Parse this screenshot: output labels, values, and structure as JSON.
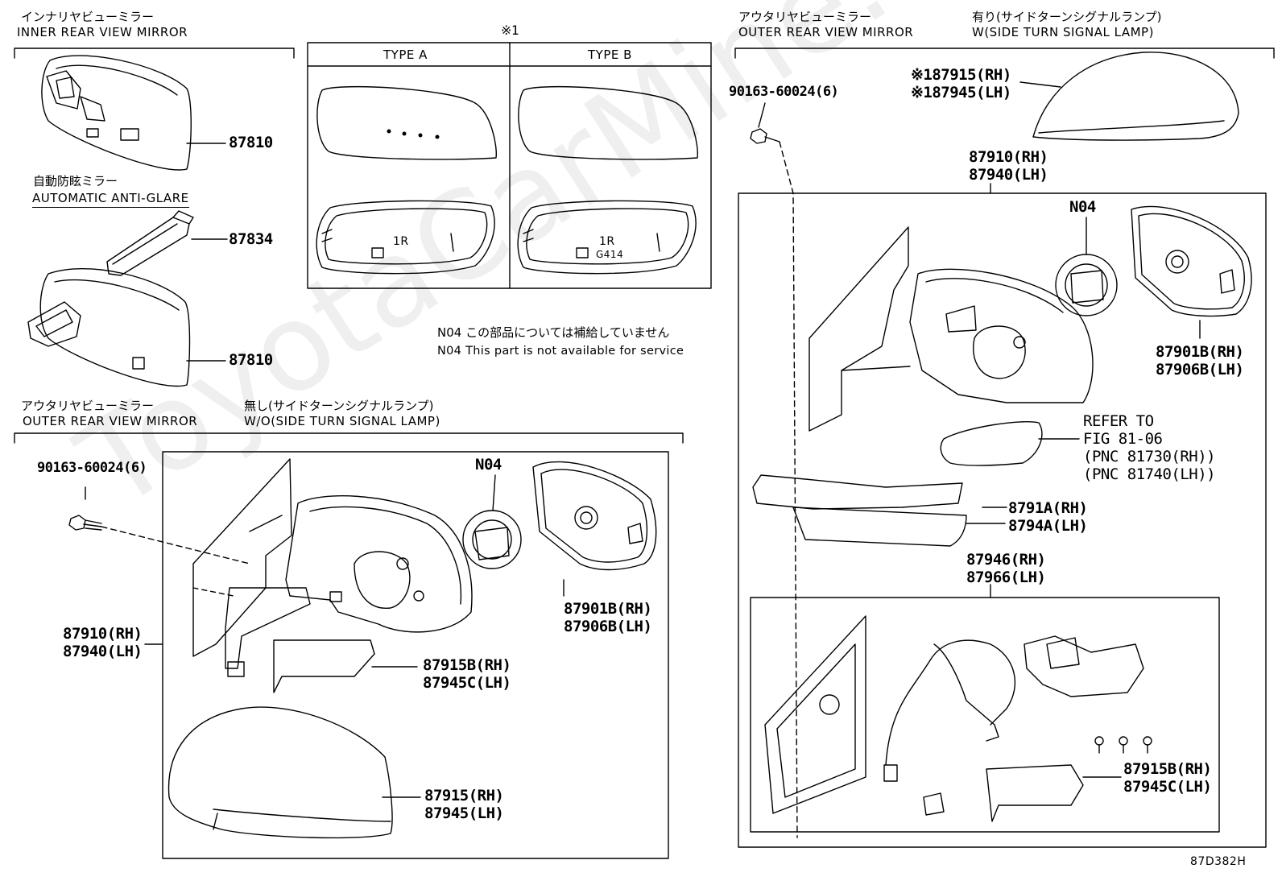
{
  "watermark": "ToyotaCarMine.ru",
  "inner": {
    "title_jp": "インナリヤビューミラー",
    "title_en": "INNER REAR VIEW MIRROR",
    "part_top": "87810",
    "auto_jp": "自動防眩ミラー",
    "auto_en": "AUTOMATIC ANTI-GLARE",
    "part_bracket": "87834",
    "part_bottom": "87810"
  },
  "types": {
    "note": "※1",
    "type_a": "TYPE A",
    "type_b": "TYPE B",
    "mark_1r": "1R",
    "mark_g414": "G414"
  },
  "n04_note": {
    "jp": "N04 この部品については補給していません",
    "en": "N04 This part is not available for service"
  },
  "outer_wo": {
    "title_jp": "アウタリヤビューミラー",
    "title_en": "OUTER REAR VIEW MIRROR",
    "variant_jp": "無し(サイドターンシグナルランプ)",
    "variant_en": "W/O(SIDE TURN SIGNAL LAMP)",
    "bolt": "90163-60024(6)",
    "n04": "N04",
    "mirror_rh": "87901B(RH)",
    "mirror_lh": "87906B(LH)",
    "assy_rh": "87910(RH)",
    "assy_lh": "87940(LH)",
    "cover_b_rh": "87915B(RH)",
    "cover_b_lh": "87945C(LH)",
    "cover_rh": "87915(RH)",
    "cover_lh": "87945(LH)"
  },
  "outer_w": {
    "title_jp": "アウタリヤビューミラー",
    "title_en": "OUTER REAR VIEW MIRROR",
    "variant_jp": "有り(サイドターンシグナルランプ)",
    "variant_en": "W(SIDE TURN SIGNAL LAMP)",
    "cover_rh": "※187915(RH)",
    "cover_lh": "※187945(LH)",
    "bolt": "90163-60024(6)",
    "assy_rh": "87910(RH)",
    "assy_lh": "87940(LH)",
    "n04": "N04",
    "mirror_rh": "87901B(RH)",
    "mirror_lh": "87906B(LH)",
    "refer1": "REFER TO",
    "refer2": "FIG 81-06",
    "refer3": "(PNC 81730(RH))",
    "refer4": "(PNC 81740(LH))",
    "lamp_rh": "8791A(RH)",
    "lamp_lh": "8794A(LH)",
    "base_rh": "87946(RH)",
    "base_lh": "87966(LH)",
    "cover_b_rh": "87915B(RH)",
    "cover_b_lh": "87945C(LH)"
  },
  "figure_code": "87D382H"
}
